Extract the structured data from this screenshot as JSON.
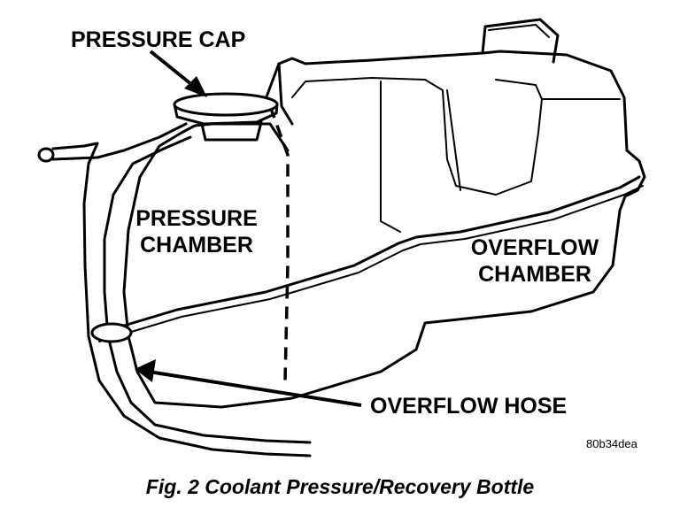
{
  "labels": {
    "pressure_cap": "PRESSURE CAP",
    "pressure_chamber_line1": "PRESSURE",
    "pressure_chamber_line2": "CHAMBER",
    "overflow_chamber_line1": "OVERFLOW",
    "overflow_chamber_line2": "CHAMBER",
    "overflow_hose": "OVERFLOW HOSE"
  },
  "figure_code": "80b34dea",
  "caption": "Fig. 2 Coolant Pressure/Recovery Bottle",
  "colors": {
    "ink": "#000000",
    "background": "#ffffff"
  }
}
